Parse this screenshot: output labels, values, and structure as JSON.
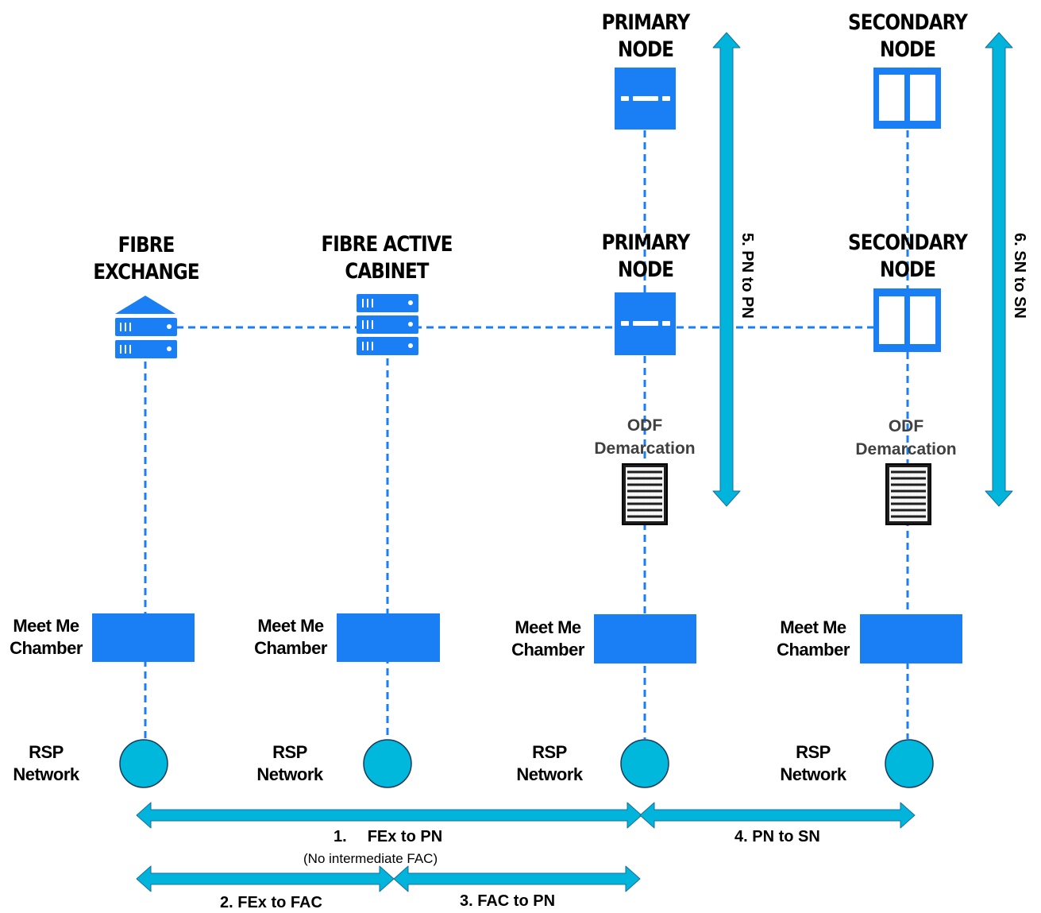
{
  "nodes": {
    "fibre_exchange": {
      "line1": "FIBRE",
      "line2": "EXCHANGE"
    },
    "fibre_active_cabinet": {
      "line1": "FIBRE ACTIVE",
      "line2": "CABINET"
    },
    "primary_node_top": {
      "line1": "PRIMARY",
      "line2": "NODE"
    },
    "secondary_node_top": {
      "line1": "SECONDARY",
      "line2": "NODE"
    },
    "primary_node_mid": {
      "line1": "PRIMARY",
      "line2": "NODE"
    },
    "secondary_node_mid": {
      "line1": "SECONDARY",
      "line2": "NODE"
    }
  },
  "odf": {
    "line1": "ODF",
    "line2": "Demarcation"
  },
  "meet_me_chamber": {
    "line1": "Meet Me",
    "line2": "Chamber"
  },
  "rsp_network": {
    "line1": "RSP",
    "line2": "Network"
  },
  "spans": {
    "fex_to_pn_num": "1.",
    "fex_to_pn": "FEx to PN",
    "fex_to_pn_note": "(No intermediate FAC)",
    "fex_to_fac": "2. FEx to FAC",
    "fac_to_pn": "3. FAC to PN",
    "pn_to_sn": "4. PN to SN",
    "pn_to_pn": "5. PN to PN",
    "sn_to_sn": "6. SN to SN"
  },
  "colors": {
    "node_blue": "#1a7ef4",
    "dashed_line": "#1a7ef4",
    "arrow_cyan": "#00b4dc",
    "circle_cyan": "#00b8db"
  }
}
